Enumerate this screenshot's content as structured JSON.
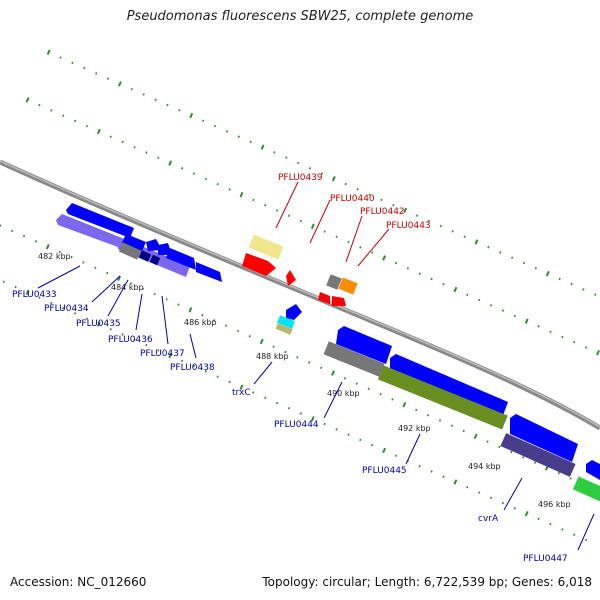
{
  "title": "Pseudomonas fluorescens SBW25, complete genome",
  "footer": {
    "accession": "Accession: NC_012660",
    "summary": "Topology: circular; Length: 6,722,539 bp; Genes: 6,018"
  },
  "colors": {
    "backbone": "#888888",
    "tick": "#2e8b2e",
    "label_forward": "#cc0000",
    "label_reverse": "#0000aa",
    "gene_blue": "#0000ff",
    "gene_red": "#ff0000",
    "gene_purple": "#7b68ee",
    "gene_olive": "#6b8e23",
    "gene_gray": "#777777",
    "gene_pale": "#f0e68c",
    "gene_orange": "#ff8c00",
    "gene_cyan": "#00e5ee",
    "gene_green": "#2ecc40"
  },
  "kbp_labels": [
    "482 kbp",
    "484 kbp",
    "486 kbp",
    "488 kbp",
    "490 kbp",
    "492 kbp",
    "494 kbp",
    "496 kbp"
  ],
  "genes_forward": [
    "PFLU0439",
    "PFLU0440",
    "PFLU0442",
    "PFLU0443"
  ],
  "genes_reverse": [
    "PFLU0433",
    "PFLU0434",
    "PFLU0435",
    "PFLU0436",
    "PFLU0437",
    "PFLU0438",
    "trxC",
    "PFLU0444",
    "PFLU0445",
    "cvrA",
    "PFLU0447"
  ]
}
